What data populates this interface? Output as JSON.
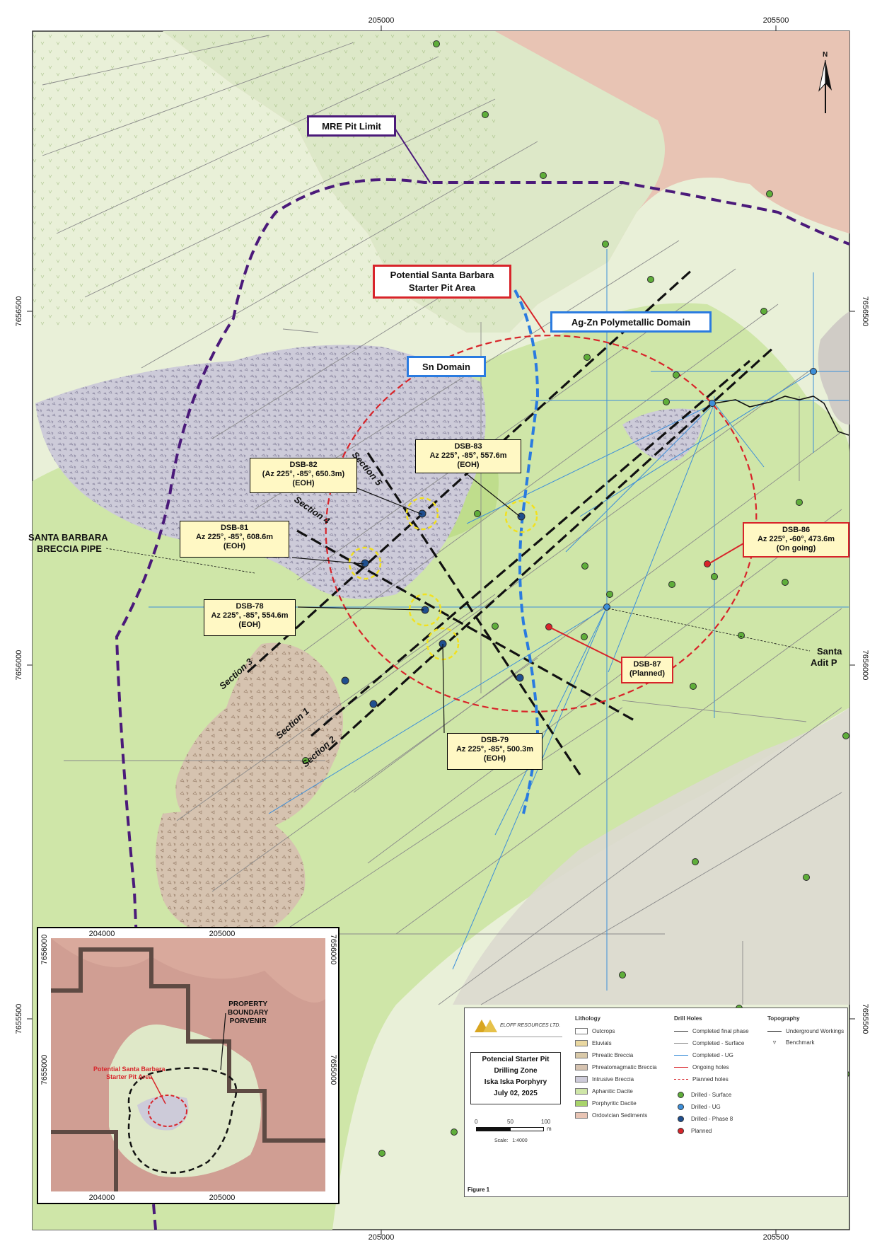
{
  "map": {
    "grid_x_top": [
      "205000",
      "205500"
    ],
    "grid_x_bottom": [
      "205000",
      "205500"
    ],
    "grid_y_left": [
      "7656500",
      "7656000",
      "7655500"
    ],
    "grid_y_right": [
      "7656500",
      "7656000",
      "7655500"
    ],
    "north_label": "N",
    "labels": {
      "santa_barbara_line1": "SANTA BARBARA",
      "santa_barbara_line2": "BRECCIA PIPE",
      "santa_adit_line1": "Santa",
      "santa_adit_line2": "Adit P",
      "section_1": "Section 1",
      "section_2": "Section 2",
      "section_3": "Section 3",
      "section_4": "Section 4",
      "section_5": "Section 5"
    },
    "callouts": {
      "mre_pit_limit": "MRE Pit Limit",
      "starter_pit": "Potential Santa Barbara\nStarter Pit Area",
      "agzn_domain": "Ag-Zn Polymetallic Domain",
      "sn_domain": "Sn Domain"
    },
    "drill_boxes": {
      "dsb83": "DSB-83\nAz 225°, -85°, 557.6m\n(EOH)",
      "dsb82": "DSB-82\n(Az 225°, -85°, 650.3m)\n(EOH)",
      "dsb81": "DSB-81\nAz 225°, -85°, 608.6m\n(EOH)",
      "dsb78": "DSB-78\nAz 225°, -85°, 554.6m\n(EOH)",
      "dsb79": "DSB-79\nAz 225°, -85°, 500.3m\n(EOH)",
      "dsb86": "DSB-86\nAz 225°, -60°, 473.6m\n(On going)",
      "dsb87": "DSB-87\n(Planned)"
    },
    "colors": {
      "background": "#e9f0d8",
      "sediments": "#e8c4b4",
      "andesite": "#cfe6a8",
      "breccia": "#cdcbd9",
      "dacite": "#d6c3b0",
      "pit_limit": "#4b1a7a",
      "starter_pit": "#d8242a",
      "sn_boundary": "#2a7be0",
      "drill_blue": "#3d8fd9",
      "section_line": "#111111"
    }
  },
  "inset": {
    "ticks_top": [
      "204000",
      "205000"
    ],
    "ticks_bottom": [
      "204000",
      "205000"
    ],
    "ticks_left": [
      "7656000",
      "7655000"
    ],
    "ticks_right": [
      "7656000",
      "7655000"
    ],
    "property_label": "PROPERTY\nBOUNDARY\nPORVENIR",
    "starter_label": "Potential Santa Barbara\nStarter Pit Area"
  },
  "legend": {
    "company": "ELOFF RESOURCES LTD.",
    "title_lines": [
      "Potencial Starter Pit",
      "Drilling Zone",
      "Iska Iska Porphyry",
      "July 02, 2025"
    ],
    "scale_ticks": [
      "0",
      "50",
      "100"
    ],
    "scale_unit": "m",
    "scale_text": "Scale:   1:4000",
    "figure": "Figure 1",
    "lithology_title": "Lithology",
    "lithology": [
      {
        "label": "Outcrops",
        "color": "#ffffff"
      },
      {
        "label": "Eluvials",
        "color": "#e9d7a0"
      },
      {
        "label": "Phreatic Breccia",
        "color": "#d9c9a8"
      },
      {
        "label": "Phreatomagmatic Breccia",
        "color": "#d6c3b0"
      },
      {
        "label": "Intrusive Breccia",
        "color": "#cdcbd9"
      },
      {
        "label": "Aphanitic Dacite",
        "color": "#cfe6a8"
      },
      {
        "label": "Porphyritic Dacite",
        "color": "#a8d36a"
      },
      {
        "label": "Ordovician Sediments",
        "color": "#e8c4b4"
      }
    ],
    "drill_title": "Drill Holes",
    "drill_lines": [
      {
        "label": "Completed final phase",
        "color": "#333333"
      },
      {
        "label": "Completed - Surface",
        "color": "#888888"
      },
      {
        "label": "Completed - UG",
        "color": "#3d8fd9"
      },
      {
        "label": "Ongoing holes",
        "color": "#d8242a"
      },
      {
        "label": "Planned holes",
        "color": "#d8242a"
      }
    ],
    "drill_points": [
      {
        "label": "Drilled - Surface",
        "color": "#5fae3a"
      },
      {
        "label": "Drilled - UG",
        "color": "#3d8fd9"
      },
      {
        "label": "Drilled - Phase 8",
        "color": "#1f4f8f"
      },
      {
        "label": "Planned",
        "color": "#d8242a"
      }
    ],
    "topo_title": "Topography",
    "topo": [
      {
        "label": "Underground Workings"
      },
      {
        "label": "Benchmark"
      }
    ]
  }
}
